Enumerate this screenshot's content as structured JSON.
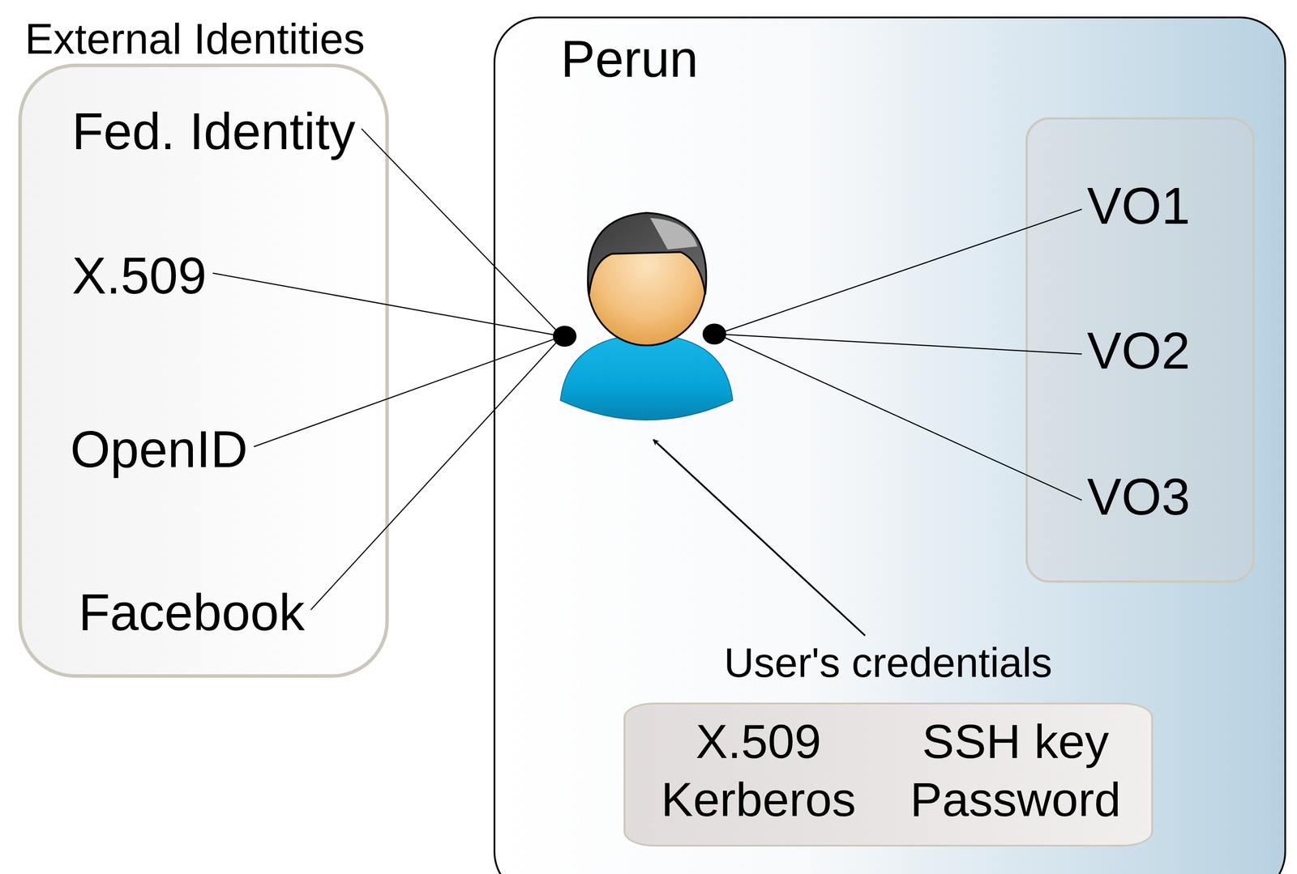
{
  "diagram": {
    "nodes": [
      {
        "text": [
          "External Identities"
        ]
      },
      {
        "text": [
          "Fed. Identity"
        ],
        "in": 0
      },
      {
        "text": [
          "X.509"
        ],
        "in": 0
      },
      {
        "text": [
          "OpenID"
        ],
        "in": 0
      },
      {
        "text": [
          "Facebook"
        ],
        "in": 0
      },
      {
        "text": [
          "Perun"
        ]
      },
      {
        "text": [],
        "in": 5
      },
      {
        "text": [
          "VO1"
        ],
        "in": 6
      },
      {
        "text": [
          "VO2"
        ],
        "in": 6
      },
      {
        "text": [
          "VO3"
        ],
        "in": 6
      },
      {
        "text": [
          "User's credentials",
          "X.509",
          "Kerberos",
          "SSH key",
          "Password"
        ],
        "in": 5
      }
    ]
  }
}
